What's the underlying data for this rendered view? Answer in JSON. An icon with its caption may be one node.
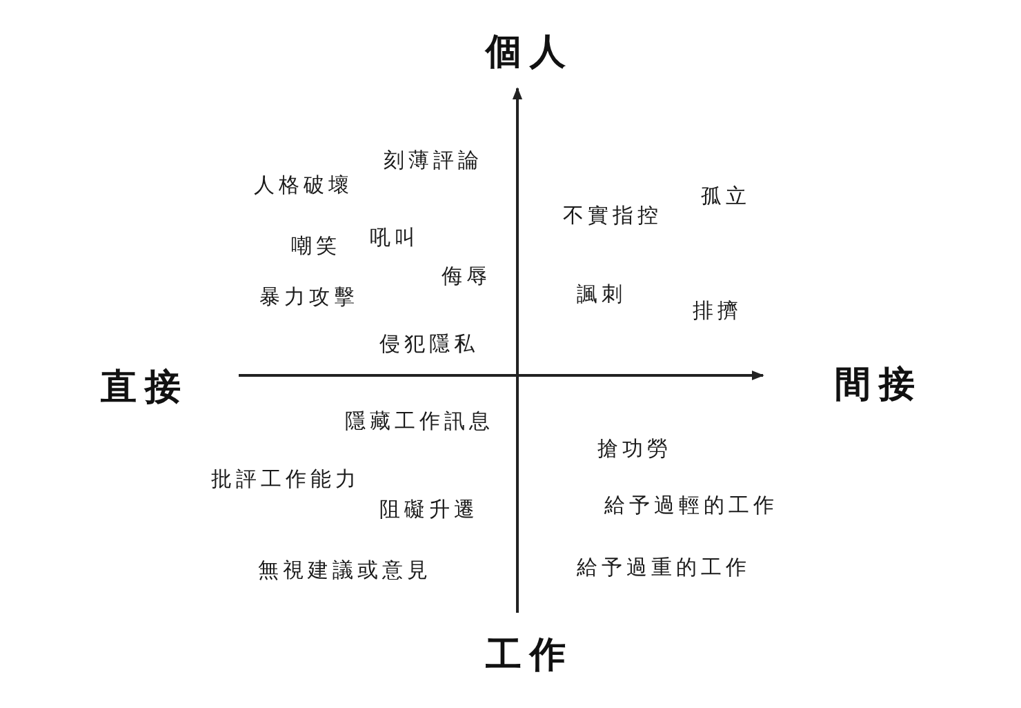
{
  "diagram": {
    "labels": [
      "個人",
      "刻薄評論",
      "人格破壞",
      "孤立",
      "不實指控",
      "嘲笑",
      "吼叫",
      "侮辱",
      "暴力攻擊",
      "諷刺",
      "排擠",
      "侵犯隱私",
      "直接",
      "間接",
      "隱藏工作訊息",
      "搶功勞",
      "批評工作能力",
      "阻礙升遷",
      "給予過輕的工作",
      "無視建議或意見",
      "給予過重的工作",
      "工作"
    ]
  }
}
